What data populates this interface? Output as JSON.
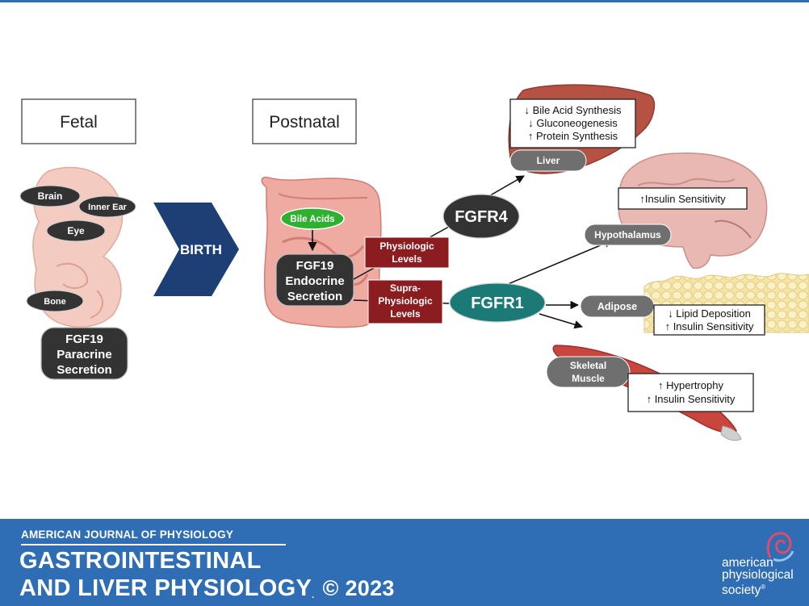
{
  "diagram": {
    "stages": {
      "fetal": "Fetal",
      "postnatal": "Postnatal"
    },
    "birth": "BIRTH",
    "fetal_sites": {
      "brain": "Brain",
      "inner_ear": "Inner Ear",
      "eye": "Eye",
      "bone": "Bone"
    },
    "fetal_secretion": [
      "FGF19",
      "Paracrine",
      "Secretion"
    ],
    "bile_acids": "Bile Acids",
    "endocrine_secretion": [
      "FGF19",
      "Endocrine",
      "Secretion"
    ],
    "physiologic_levels": [
      "Physiologic",
      "Levels"
    ],
    "supra_levels": [
      "Supra-",
      "Physiologic",
      "Levels"
    ],
    "fgfr4": "FGFR4",
    "fgfr1": "FGFR1",
    "targets": {
      "liver": {
        "label": "Liver",
        "effects": [
          "↓ Bile Acid Synthesis",
          "↓ Gluconeogenesis",
          "↑ Protein Synthesis"
        ]
      },
      "hypothalamus": {
        "label": "Hypothalamus",
        "effects": [
          "↑Insulin Sensitivity"
        ]
      },
      "adipose": {
        "label": "Adipose",
        "effects": [
          "↓ Lipid Deposition",
          "↑ Insulin Sensitivity"
        ]
      },
      "muscle": {
        "label": [
          "Skeletal",
          "Muscle"
        ],
        "effects": [
          "↑ Hypertrophy",
          "↑ Insulin Sensitivity"
        ]
      }
    }
  },
  "footer": {
    "journal_super": "AMERICAN JOURNAL OF PHYSIOLOGY",
    "journal_line1": "GASTROINTESTINAL",
    "journal_line2": "AND LIVER PHYSIOLOGY",
    "journal_mark": ".",
    "copyright": "© 2023",
    "society": [
      "american",
      "physiological",
      "society"
    ],
    "society_mark": "®"
  },
  "colors": {
    "dark_node": "#333333",
    "maroon": "#8b1d20",
    "teal": "#1b7a76",
    "green": "#2eb12e",
    "navy": "#1d3f75",
    "gray_node": "#6f6f6f",
    "footer_blue": "#2f6db5"
  }
}
